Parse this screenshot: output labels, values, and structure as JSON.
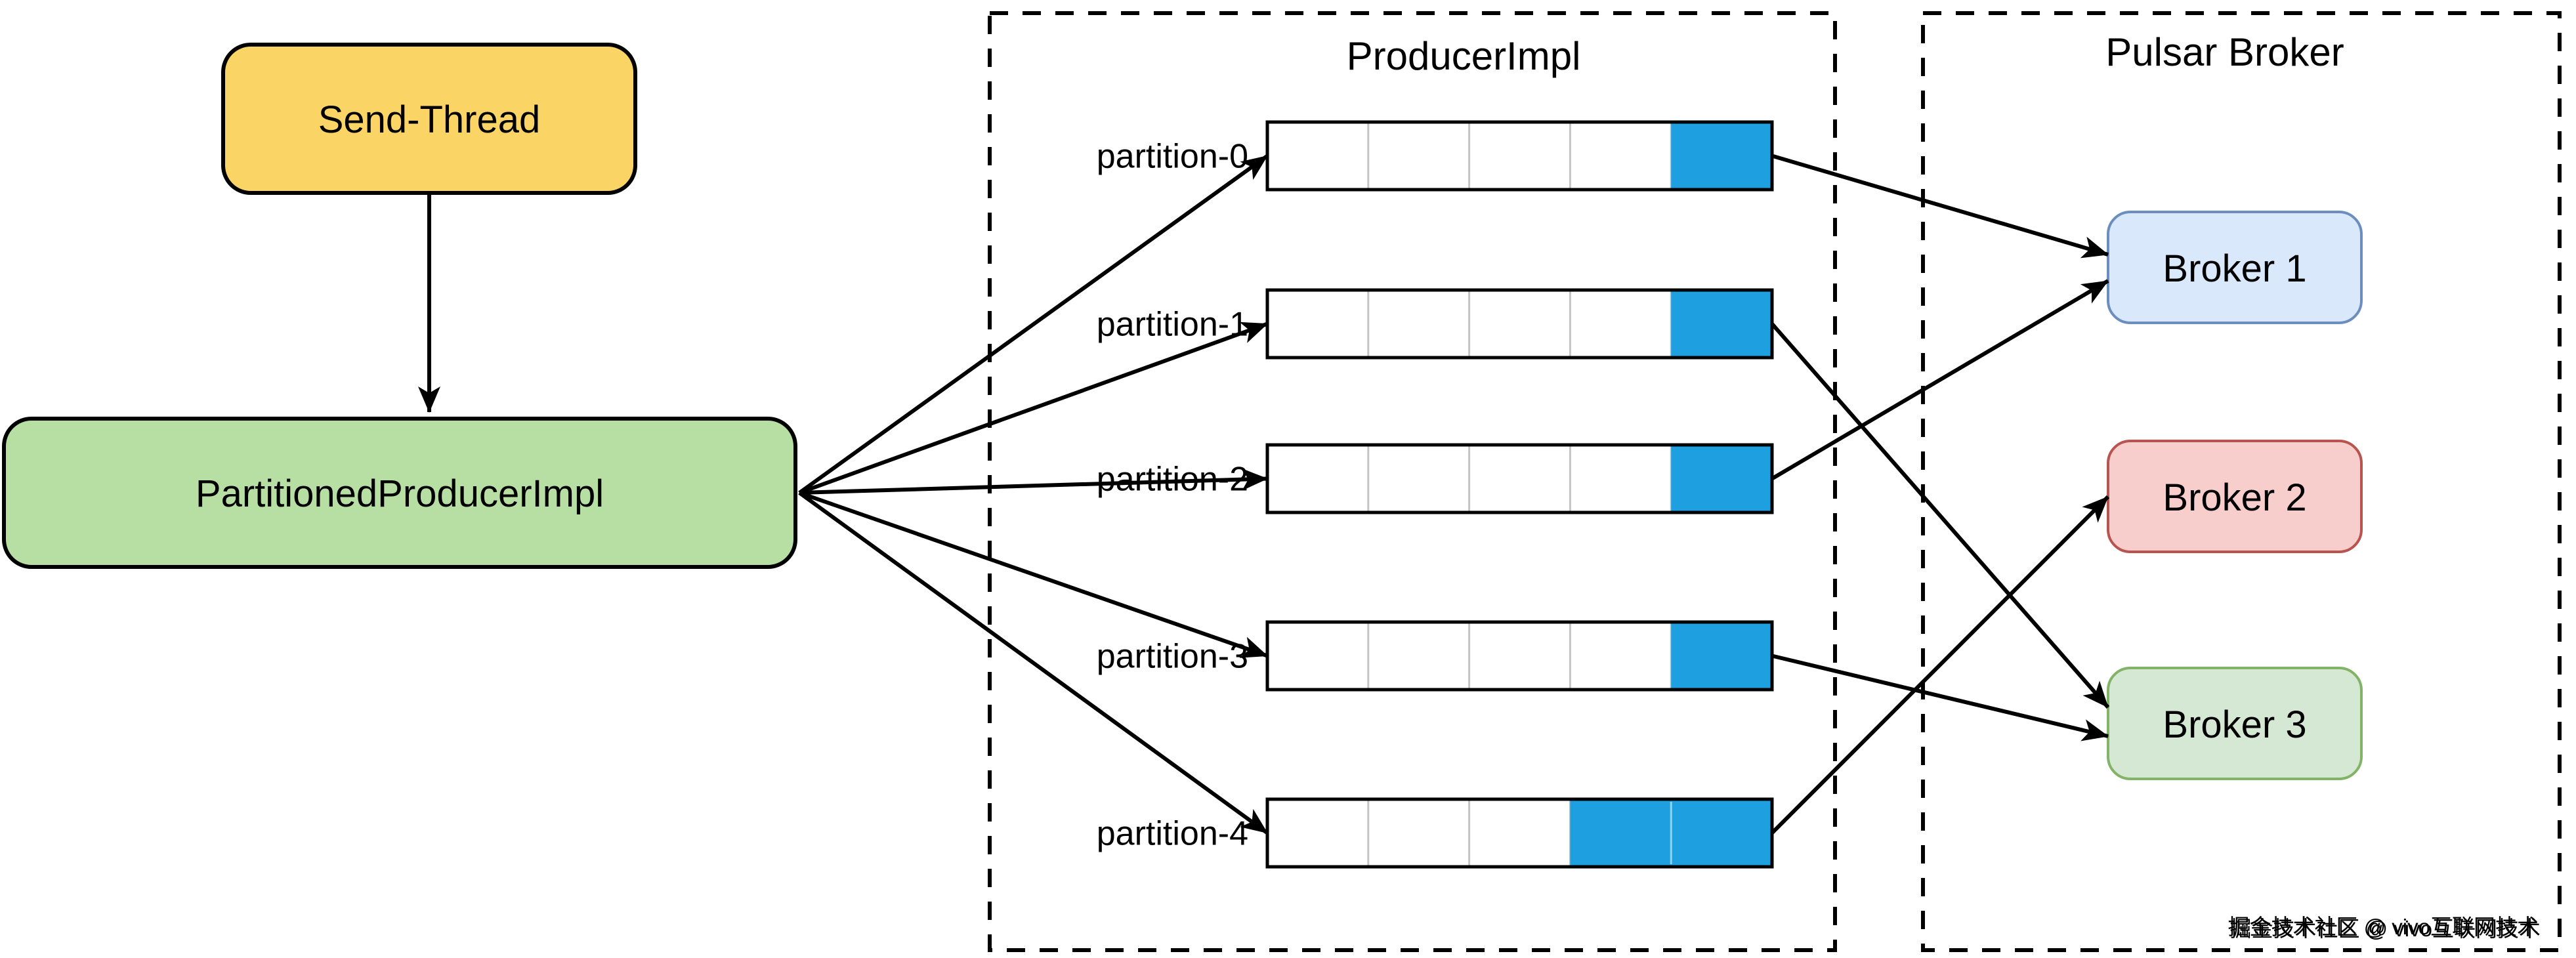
{
  "diagram": {
    "background": "#ffffff",
    "edge_color": "#000000",
    "nodes": {
      "send_thread": {
        "label": "Send-Thread",
        "fill": "#FBD466",
        "stroke": "#000000"
      },
      "partitioned_producer": {
        "label": "PartitionedProducerImpl",
        "fill": "#B8DFA3",
        "stroke": "#000000"
      },
      "producer_impl_container": {
        "title": "ProducerImpl"
      },
      "pulsar_broker_container": {
        "title": "Pulsar Broker"
      },
      "partitions": [
        {
          "label": "partition-0",
          "cells": 5,
          "filled_cells": [
            4
          ]
        },
        {
          "label": "partition-1",
          "cells": 5,
          "filled_cells": [
            4
          ]
        },
        {
          "label": "partition-2",
          "cells": 5,
          "filled_cells": [
            4
          ]
        },
        {
          "label": "partition-3",
          "cells": 5,
          "filled_cells": [
            4
          ]
        },
        {
          "label": "partition-4",
          "cells": 5,
          "filled_cells": [
            3,
            4
          ]
        }
      ],
      "queue_fill_color": "#1E9FDF",
      "queue_divider_color": "#c4c4c4",
      "brokers": [
        {
          "label": "Broker 1",
          "fill": "#DAE8FC",
          "stroke": "#6C8EBF"
        },
        {
          "label": "Broker 2",
          "fill": "#F8CECC",
          "stroke": "#B85450"
        },
        {
          "label": "Broker 3",
          "fill": "#D5E8D4",
          "stroke": "#82B366"
        }
      ]
    },
    "edges": [
      {
        "from": "Send-Thread",
        "to": "PartitionedProducerImpl"
      },
      {
        "from": "PartitionedProducerImpl",
        "to": "partition-0"
      },
      {
        "from": "PartitionedProducerImpl",
        "to": "partition-1"
      },
      {
        "from": "PartitionedProducerImpl",
        "to": "partition-2"
      },
      {
        "from": "PartitionedProducerImpl",
        "to": "partition-3"
      },
      {
        "from": "PartitionedProducerImpl",
        "to": "partition-4"
      },
      {
        "from": "partition-0",
        "to": "Broker 1"
      },
      {
        "from": "partition-1",
        "to": "Broker 3"
      },
      {
        "from": "partition-2",
        "to": "Broker 1"
      },
      {
        "from": "partition-3",
        "to": "Broker 3"
      },
      {
        "from": "partition-4",
        "to": "Broker 2"
      }
    ],
    "watermark": {
      "text": "掘金技术社区 @ vivo互联网技术",
      "color": "#ffffff",
      "shadow_color": "#a8a8a8"
    }
  }
}
